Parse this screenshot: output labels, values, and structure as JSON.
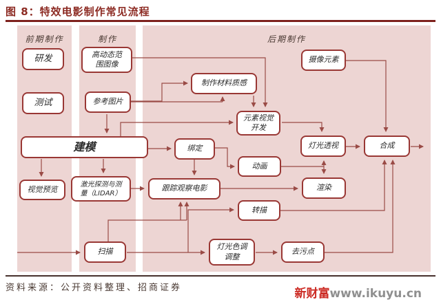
{
  "title": "图 8：特效电影制作常见流程",
  "columns": [
    {
      "label": "前期制作"
    },
    {
      "label": "制作"
    },
    {
      "label": "后期制作"
    }
  ],
  "nodes": [
    {
      "id": "rd",
      "label": "研发"
    },
    {
      "id": "test",
      "label": "测试"
    },
    {
      "id": "hdr",
      "label": "高动态范围图像"
    },
    {
      "id": "reference",
      "label": "参考图片"
    },
    {
      "id": "modeling",
      "label": "建模"
    },
    {
      "id": "previs",
      "label": "视觉预览"
    },
    {
      "id": "lidar",
      "label": "激光探测与测量（LIDAR）"
    },
    {
      "id": "rigging",
      "label": "绑定"
    },
    {
      "id": "matchmove",
      "label": "跟踪观察电影"
    },
    {
      "id": "material",
      "label": "制作材料质感"
    },
    {
      "id": "element-dev",
      "label": "元素视觉开发"
    },
    {
      "id": "camera",
      "label": "摄像元素"
    },
    {
      "id": "lighting",
      "label": "灯光透视"
    },
    {
      "id": "composite",
      "label": "合成"
    },
    {
      "id": "animation",
      "label": "动画"
    },
    {
      "id": "render",
      "label": "渲染"
    },
    {
      "id": "roto",
      "label": "转描"
    },
    {
      "id": "scan",
      "label": "扫描"
    },
    {
      "id": "grade",
      "label": "灯光色调调整"
    },
    {
      "id": "despot",
      "label": "去污点"
    }
  ],
  "source": "资料来源：公开资料整理、招商证券",
  "watermark": {
    "brand": "新财富",
    "url": "www.ikuyu.cn"
  },
  "colors": {
    "title": "#8c2a22",
    "band": "#edd5d3",
    "box_border": "#993734",
    "arrow": "#9a4b46",
    "watermark_brand": "#cc2b24",
    "watermark_url": "#8f8f8f"
  }
}
